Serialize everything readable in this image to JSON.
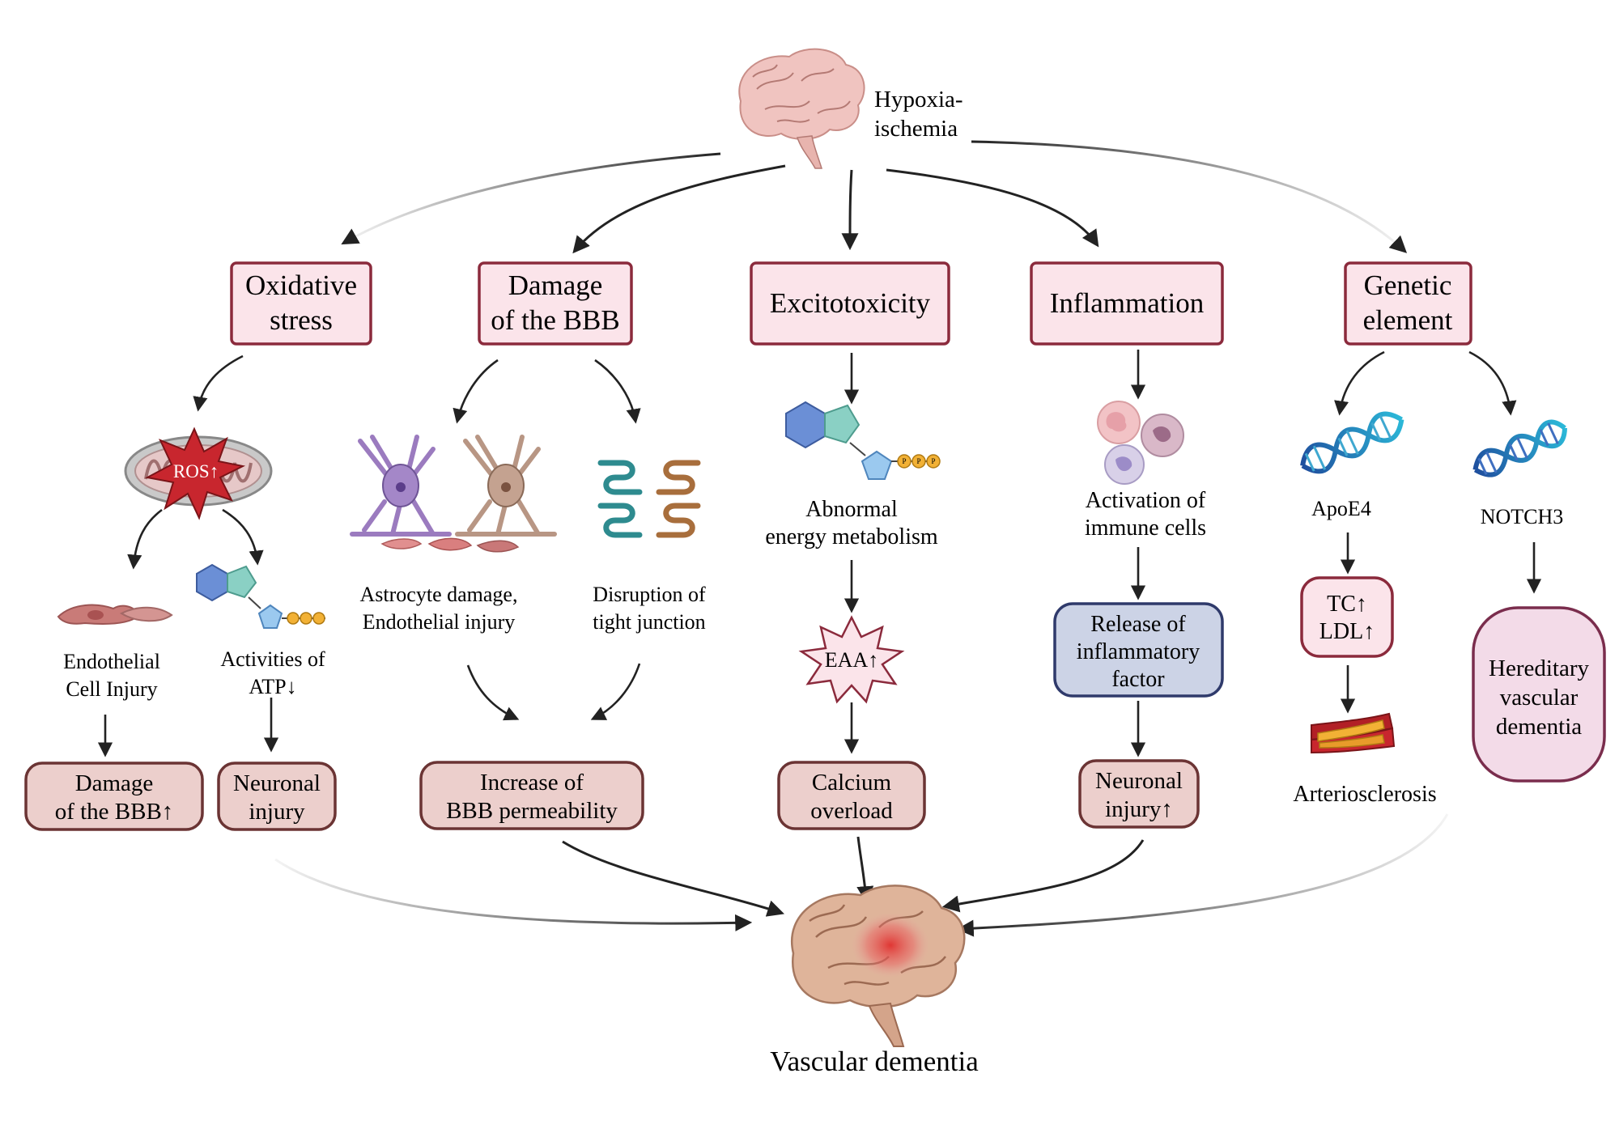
{
  "top": {
    "label_line1": "Hypoxia-",
    "label_line2": "ischemia"
  },
  "categories": {
    "oxidative": {
      "line1": "Oxidative",
      "line2": "stress"
    },
    "bbb": {
      "line1": "Damage",
      "line2": "of the BBB"
    },
    "excito": {
      "line1": "Excitotoxicity"
    },
    "inflammation": {
      "line1": "Inflammation"
    },
    "genetic": {
      "line1": "Genetic",
      "line2": "element"
    }
  },
  "oxidative": {
    "ros": "ROS↑",
    "endothelial_line1": "Endothelial",
    "endothelial_line2": "Cell Injury",
    "atp_line1": "Activities of",
    "atp_line2": "ATP↓",
    "out_bbb_line1": "Damage",
    "out_bbb_line2": "of the BBB↑",
    "out_neuronal_line1": "Neuronal",
    "out_neuronal_line2": "injury"
  },
  "bbb": {
    "astro_line1": "Astrocyte damage,",
    "astro_line2": "Endothelial injury",
    "tight_line1": "Disruption of",
    "tight_line2": "tight junction",
    "out_line1": "Increase of",
    "out_line2": "BBB permeability"
  },
  "excito": {
    "energy_line1": "Abnormal",
    "energy_line2": "energy metabolism",
    "eaa": "EAA↑",
    "out_line1": "Calcium",
    "out_line2": "overload",
    "phosphate": "P"
  },
  "inflammation": {
    "immune_line1": "Activation of",
    "immune_line2": "immune cells",
    "release_line1": "Release of",
    "release_line2": "inflammatory",
    "release_line3": "factor",
    "out_line1": "Neuronal",
    "out_line2": "injury↑"
  },
  "genetic": {
    "apoe4": "ApoE4",
    "notch3": "NOTCH3",
    "tc": "TC↑",
    "ldl": "LDL↑",
    "arterio": "Arteriosclerosis",
    "hered_line1": "Hereditary",
    "hered_line2": "vascular",
    "hered_line3": "dementia"
  },
  "bottom": {
    "label": "Vascular dementia"
  },
  "colors": {
    "category_fill": "#fbe4ea",
    "category_border": "#8b2a3c",
    "outcome_fill": "#eccfcc",
    "outcome_border": "#6b3434",
    "release_fill": "#ccd3e6",
    "release_border": "#2f3a6b",
    "hereditary_fill": "#f3dbe8",
    "hereditary_border": "#7a2d4d",
    "arrow": "#222222"
  },
  "icons": {
    "top_brain": "brain-icon",
    "bottom_brain": "brain-lesion-icon",
    "mitochondria": "mitochondrion-icon",
    "astrocyte": "astrocyte-icon",
    "tight_junction": "tight-junction-icon",
    "atp": "atp-molecule-icon",
    "immune": "immune-cells-icon",
    "dna": "dna-helix-icon",
    "artery": "plaque-artery-icon",
    "endothelial": "endothelial-cell-icon"
  }
}
